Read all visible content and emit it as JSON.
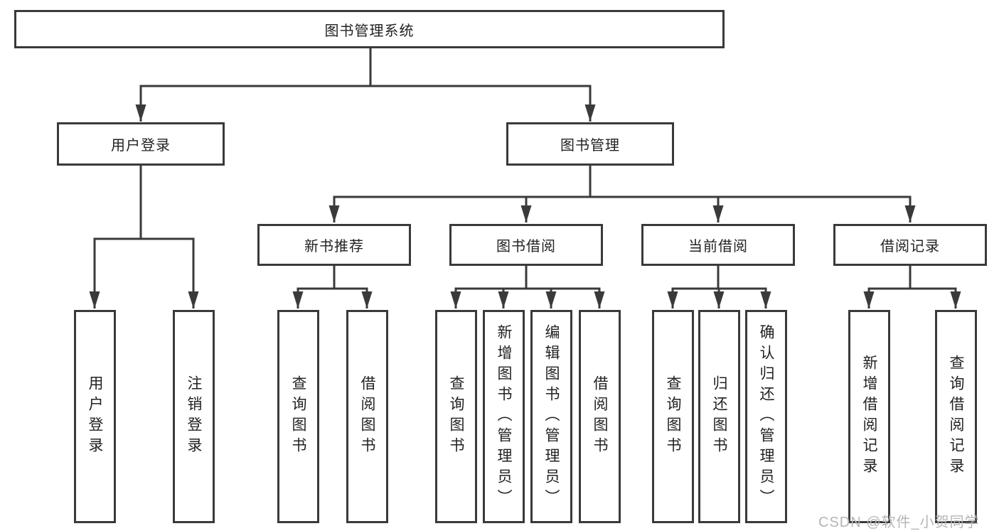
{
  "colors": {
    "line": "#3a3a3a",
    "text": "#222222",
    "box_background": "#ffffff",
    "page_background": "#ffffff",
    "watermark": "#b5b5b5"
  },
  "diagram": {
    "root": {
      "label": "图书管理系统"
    },
    "level2": {
      "user_login": {
        "label": "用户登录"
      },
      "book_management": {
        "label": "图书管理"
      }
    },
    "level3": {
      "new_book_recommend": {
        "label": "新书推荐"
      },
      "book_borrowing": {
        "label": "图书借阅"
      },
      "current_borrowing": {
        "label": "当前借阅"
      },
      "borrowing_records": {
        "label": "借阅记录"
      }
    },
    "leaves": {
      "user_login": {
        "label": "用户登录"
      },
      "logout": {
        "label": "注销登录"
      },
      "query_books_recommend": {
        "label": "查询图书"
      },
      "borrow_books_recommend": {
        "label": "借阅图书"
      },
      "query_books_borrowing": {
        "label": "查询图书"
      },
      "add_books_admin": {
        "label": "新增图书（管理员）"
      },
      "edit_books_admin": {
        "label": "编辑图书（管理员）"
      },
      "borrow_books_borrowing": {
        "label": "借阅图书"
      },
      "query_books_current": {
        "label": "查询图书"
      },
      "return_books": {
        "label": "归还图书"
      },
      "confirm_return_admin": {
        "label": "确认归还（管理员）"
      },
      "add_borrow_record": {
        "label": "新增借阅记录"
      },
      "query_borrow_record": {
        "label": "查询借阅记录"
      }
    }
  },
  "watermark": {
    "text": "CSDN @软件_小贺同学"
  }
}
